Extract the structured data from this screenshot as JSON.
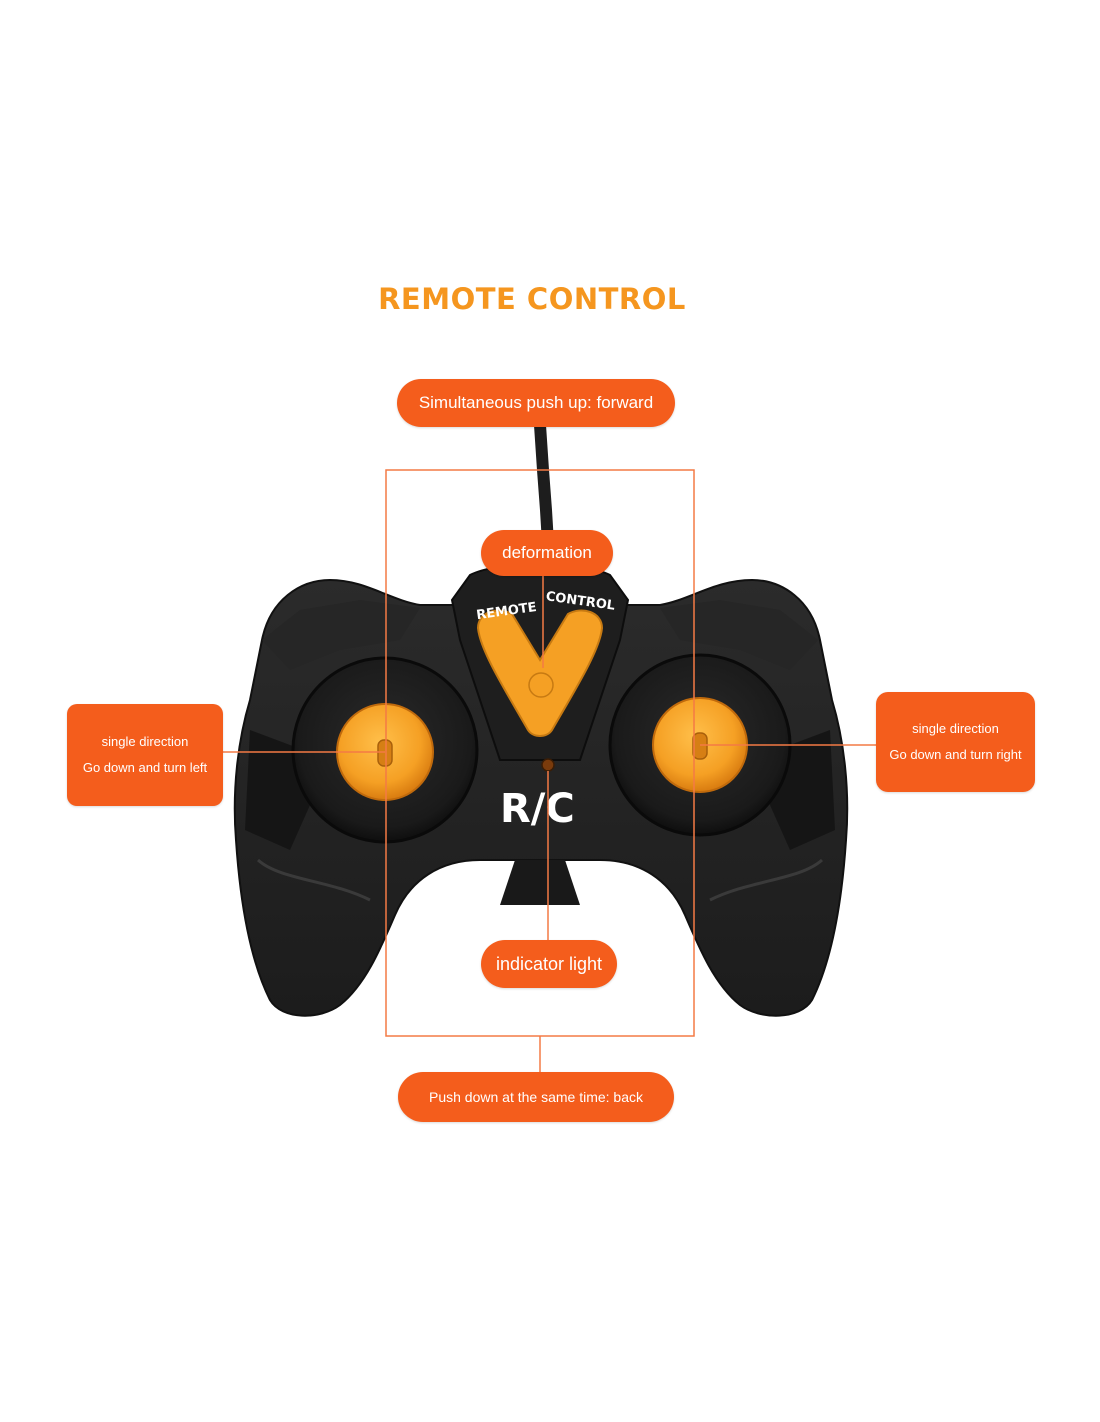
{
  "title": "REMOTE CONTROL",
  "labels": {
    "top": "Simultaneous push up: forward",
    "deformation": "deformation",
    "left_line1": "single direction",
    "left_line2": "Go down and turn left",
    "right_line1": "single direction",
    "right_line2": "Go down and turn right",
    "indicator": "indicator light",
    "bottom": "Push down at the same time: back"
  },
  "controller_text": {
    "remote": "REMOTE",
    "control": "CONTROL",
    "rc": "R/C"
  },
  "colors": {
    "callout": "#f45d1c",
    "title": "#f5961f",
    "controller_body": "#222222",
    "stick": "#f5a024"
  }
}
